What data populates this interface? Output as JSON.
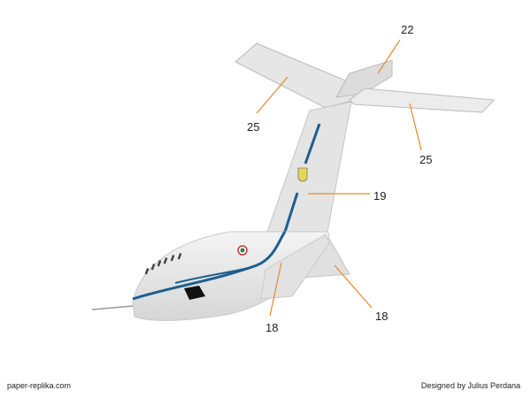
{
  "callouts": {
    "fin_top": "22",
    "stab_left": "25",
    "stab_right": "25",
    "fin": "19",
    "fairing_left": "18",
    "fairing_right": "18"
  },
  "footer": {
    "left": "paper-replika.com",
    "right": "Designed by Julius Perdana"
  },
  "colors": {
    "leader": "#e8892c",
    "stripe": "#1d5f8f",
    "paper": "#e9e9e9"
  }
}
